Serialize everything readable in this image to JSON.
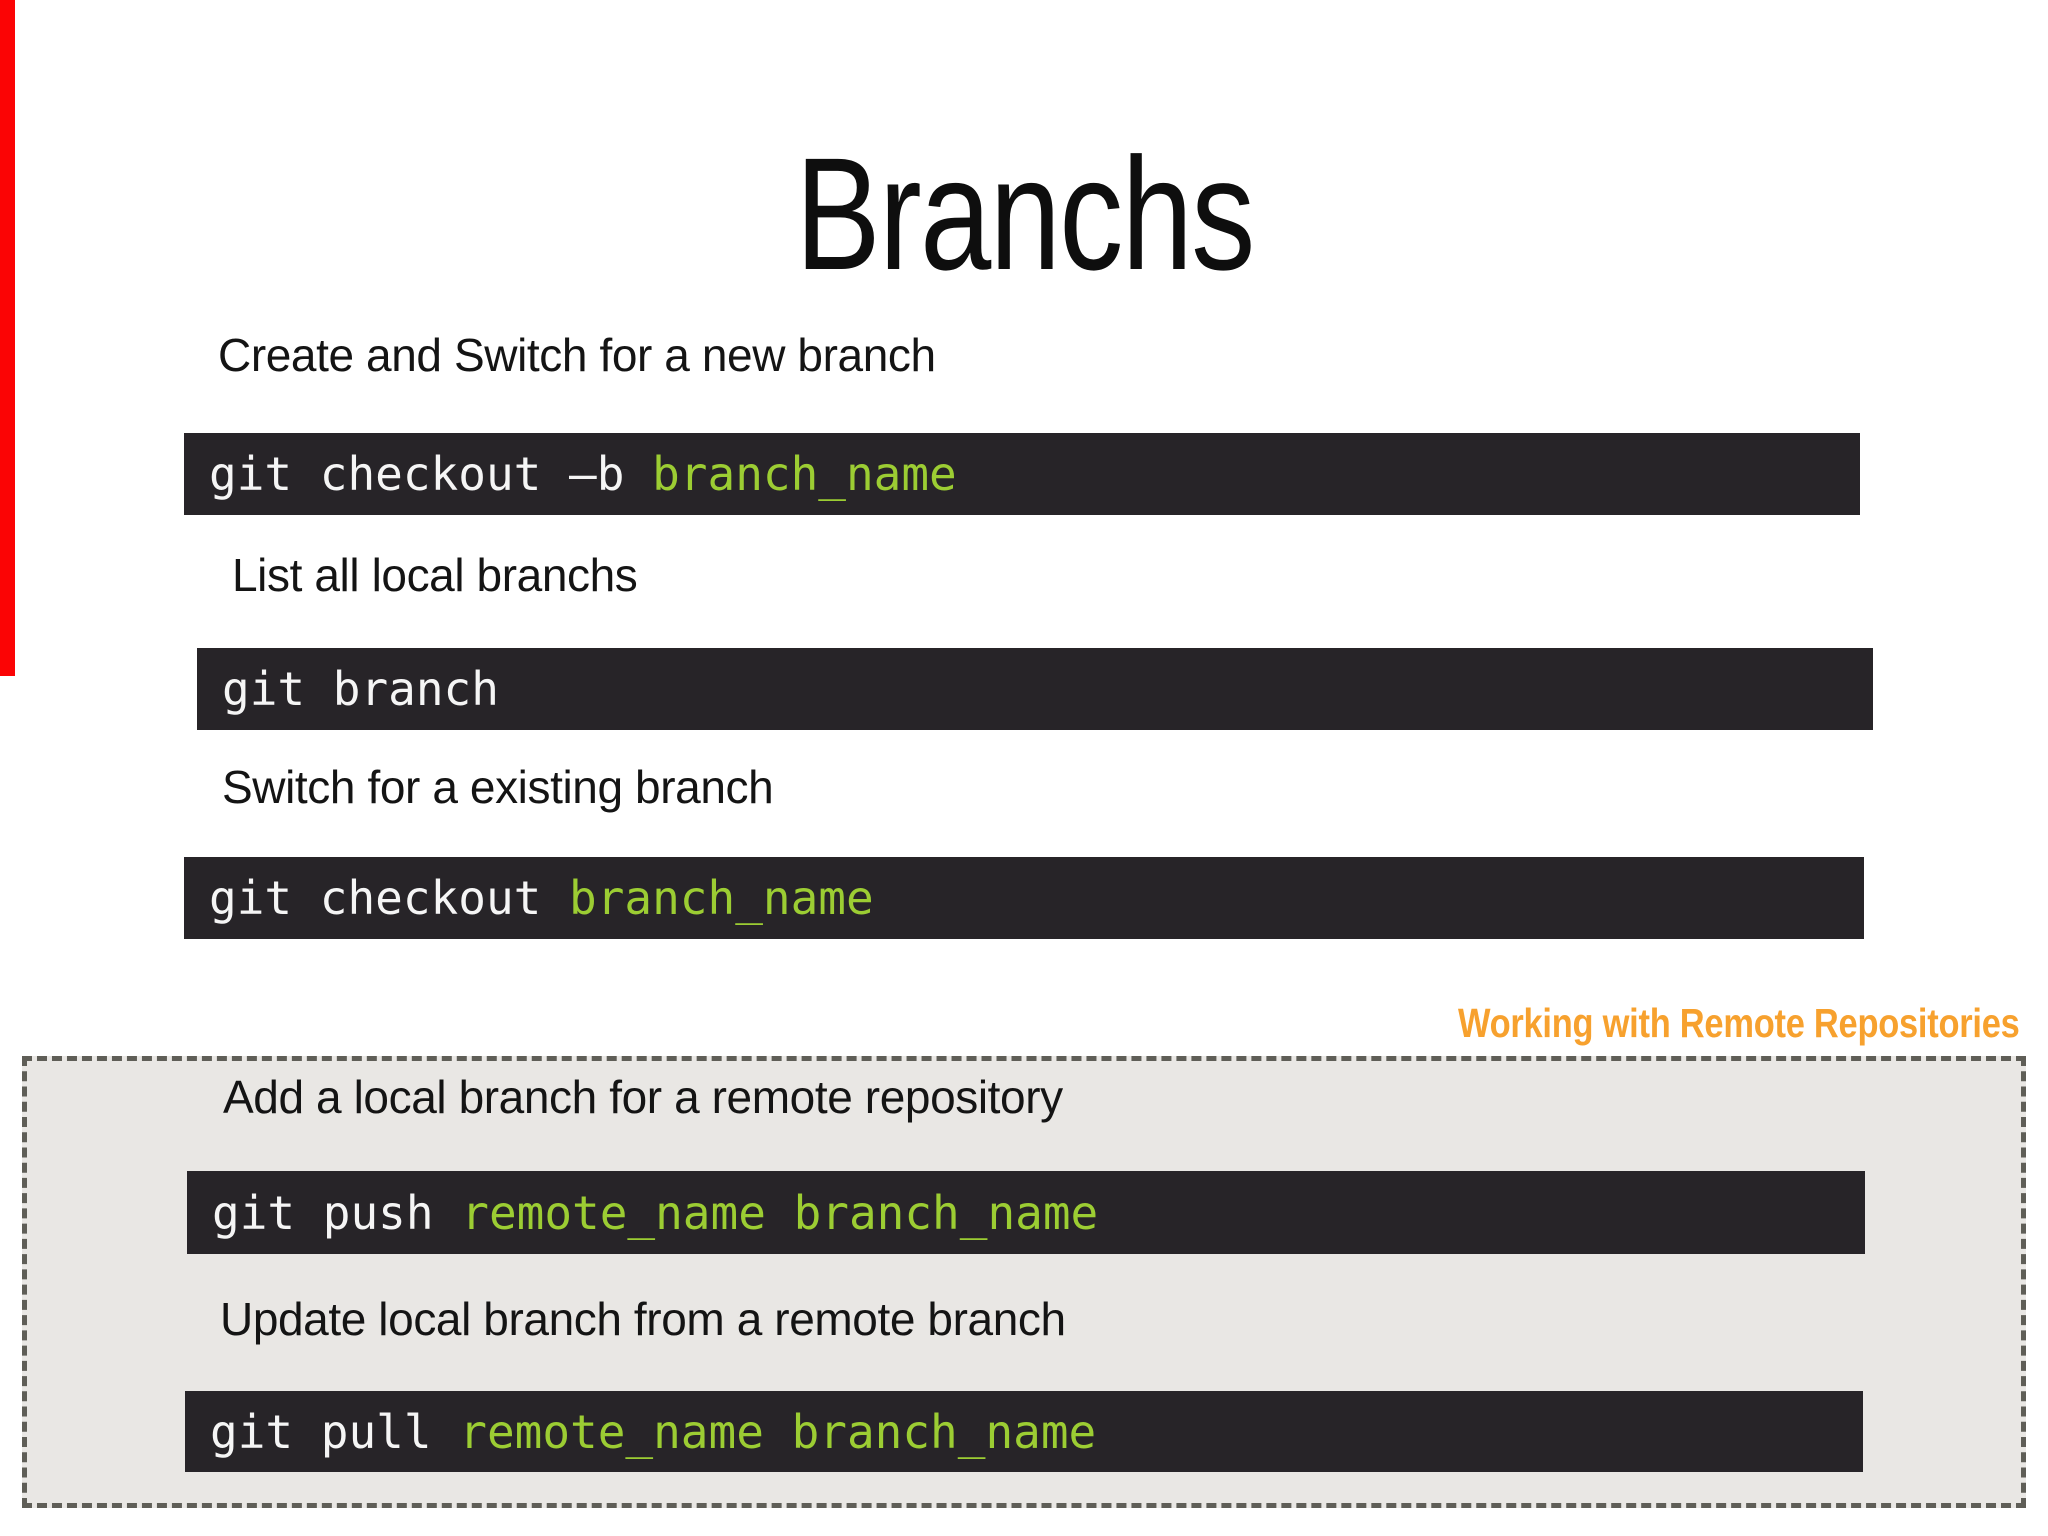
{
  "slide": {
    "title": "Branchs",
    "sections": [
      {
        "label": "Create and Switch for a new branch",
        "code": [
          {
            "text": "git checkout –b ",
            "type": "command"
          },
          {
            "text": "branch_name",
            "type": "argument"
          }
        ]
      },
      {
        "label": "List all local branchs",
        "code": [
          {
            "text": "git branch",
            "type": "command"
          }
        ]
      },
      {
        "label": "Switch for a existing branch",
        "code": [
          {
            "text": "git checkout ",
            "type": "command"
          },
          {
            "text": "branch_name",
            "type": "argument"
          }
        ]
      }
    ],
    "remote_group": {
      "heading": "Working with Remote Repositories",
      "sections": [
        {
          "label": "Add a local branch for a remote repository",
          "code": [
            {
              "text": "git push ",
              "type": "command"
            },
            {
              "text": "remote_name branch_name",
              "type": "argument"
            }
          ]
        },
        {
          "label": "Update local branch from a remote branch",
          "code": [
            {
              "text": "git pull ",
              "type": "command"
            },
            {
              "text": "remote_name branch_name",
              "type": "argument"
            }
          ]
        }
      ]
    }
  },
  "colors": {
    "accent_red": "#fb0405",
    "code_bg": "#272428",
    "code_text": "#f5f5f5",
    "code_arg_green": "#9ccd33",
    "heading_orange": "#f7a12e",
    "box_bg": "#e9e7e4",
    "box_border": "#5f5e57"
  }
}
